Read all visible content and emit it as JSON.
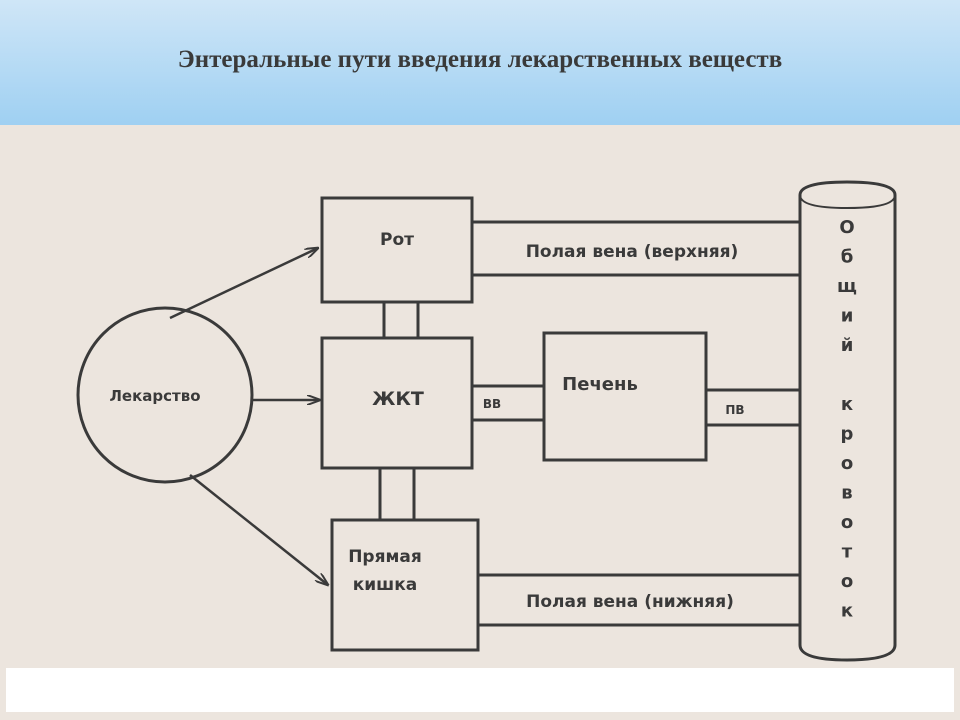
{
  "title": "Энтеральные пути введения лекарственных веществ",
  "diagram": {
    "drug": "Лекарство",
    "mouth": "Рот",
    "git": "ЖКТ",
    "rectum_line1": "Прямая",
    "rectum_line2": "кишка",
    "liver": "Печень",
    "vv": "ВВ",
    "pv": "ПВ",
    "upper_vein": "Полая вена (верхняя)",
    "lower_vein": "Полая вена (нижняя)",
    "circulation_letters": [
      "О",
      "б",
      "щ",
      "и",
      "й",
      "",
      "к",
      "р",
      "о",
      "в",
      "о",
      "т",
      "о",
      "к"
    ]
  },
  "colors": {
    "header": "#9fd0f2",
    "paper": "#ece5de",
    "ink": "#3a3a3a"
  }
}
